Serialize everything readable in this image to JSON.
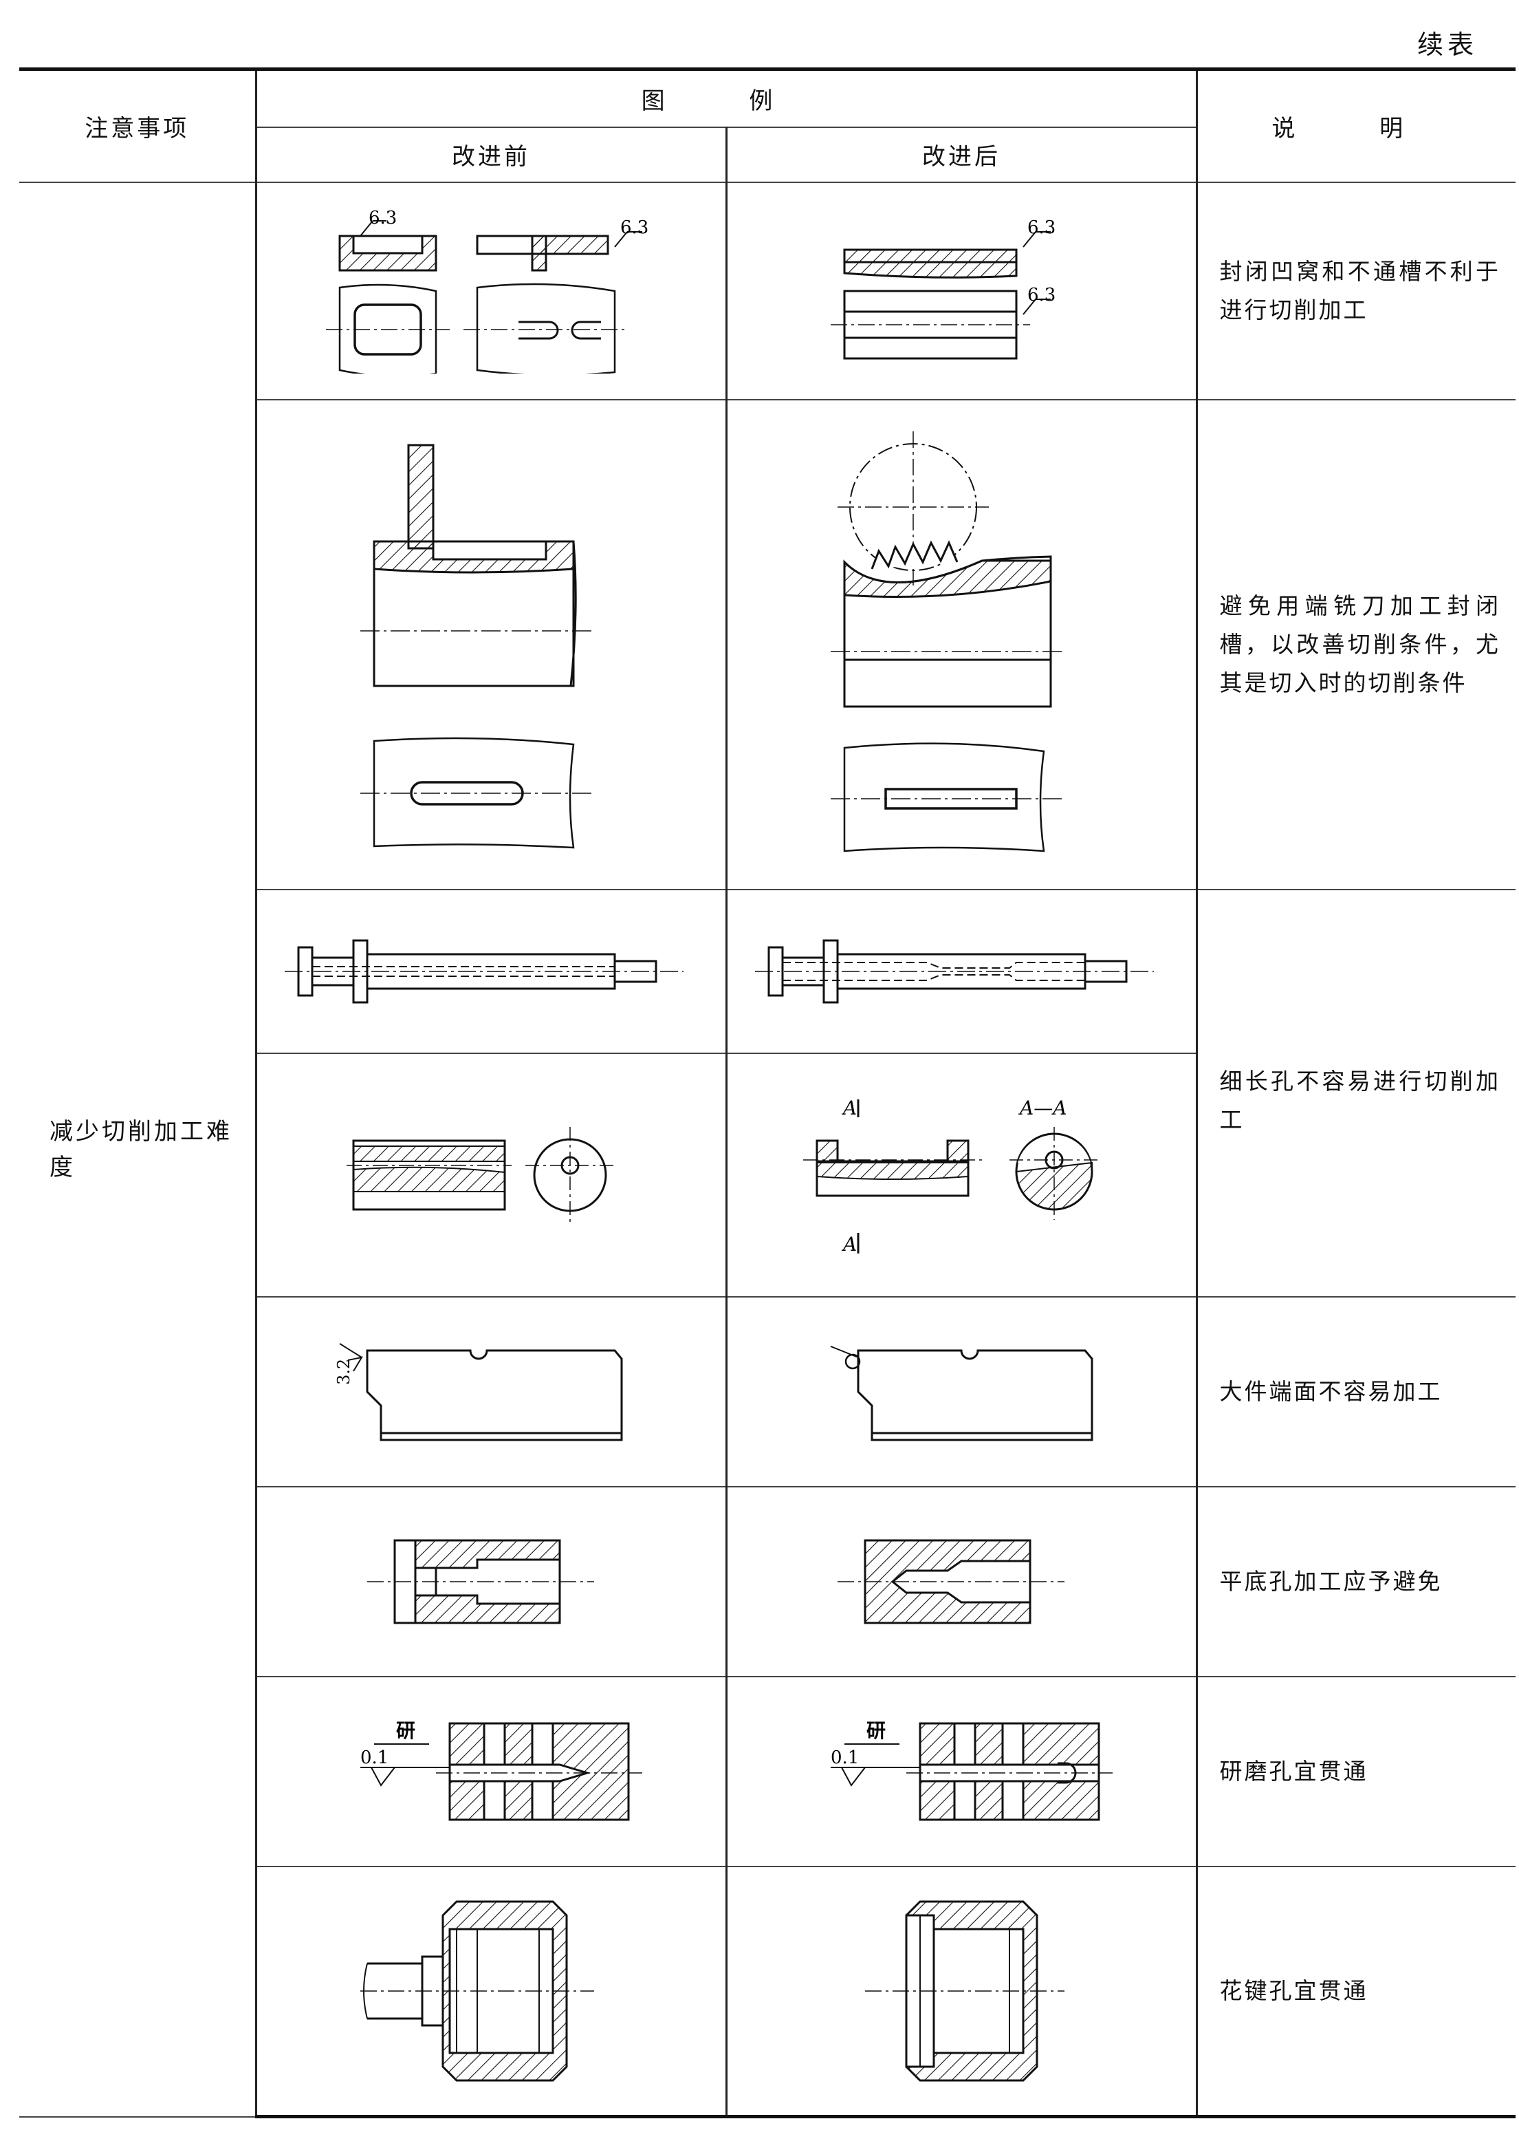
{
  "page": {
    "continued_label": "续表"
  },
  "header": {
    "col_notes": "注意事项",
    "col_figure": "图 例",
    "col_before": "改进前",
    "col_after": "改进后",
    "col_explain": "说 明"
  },
  "category": "减少切削加工难度",
  "rows": [
    {
      "explain": "封闭凹窝和不通槽不利于进行切削加工",
      "before_labels": [
        "6.3",
        "6.3"
      ],
      "after_labels": [
        "6.3",
        "6.3"
      ]
    },
    {
      "explain": "避免用端铣刀加工封闭槽，以改善切削条件，尤其是切入时的切削条件"
    },
    {
      "explain": "细长孔不容易进行切削加工",
      "after_labels": [
        "A",
        "A—A",
        "A"
      ]
    },
    {
      "explain": "大件端面不容易加工",
      "before_labels": [
        "3.2"
      ]
    },
    {
      "explain": "平底孔加工应予避免"
    },
    {
      "explain": "研磨孔宜贯通",
      "before_labels": [
        "0.1",
        "研"
      ],
      "after_labels": [
        "0.1",
        "研"
      ]
    },
    {
      "explain": "花键孔宜贯通"
    }
  ]
}
